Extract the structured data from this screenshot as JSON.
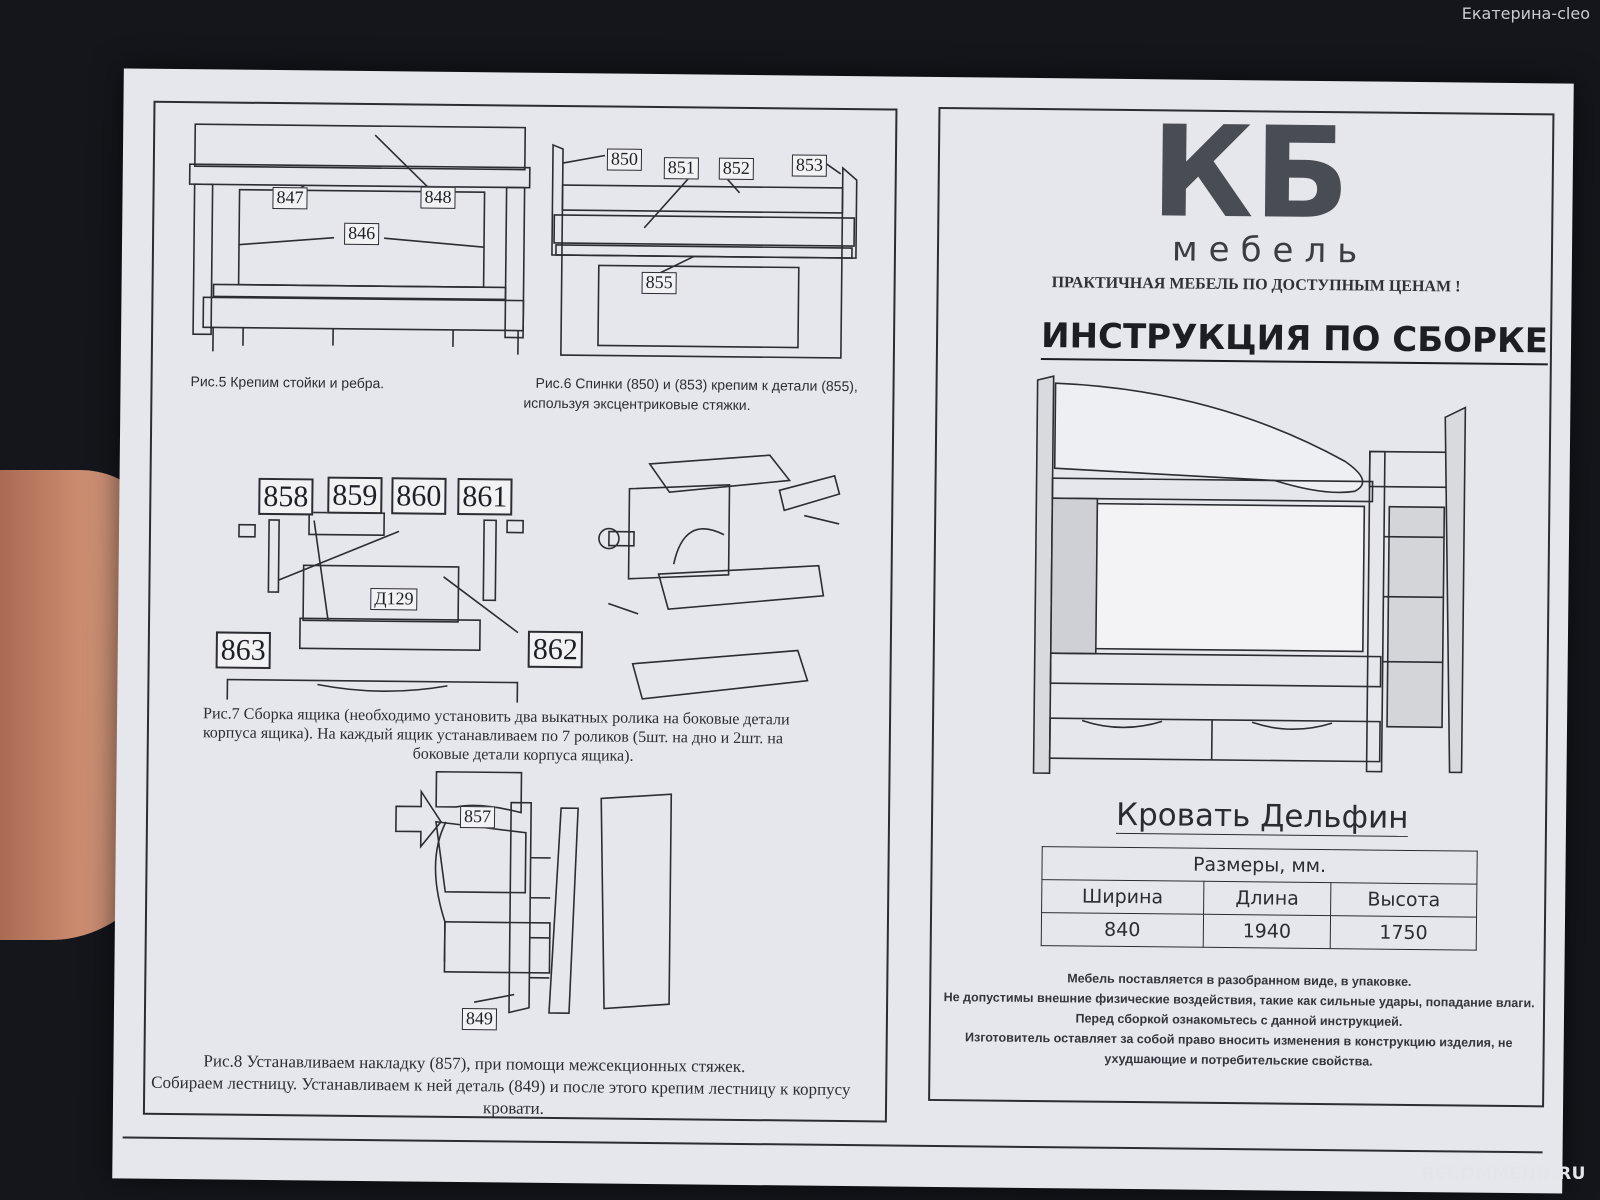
{
  "watermarks": {
    "author": "Екатерина-cleo",
    "site": "RECOMMEND.RU"
  },
  "left": {
    "fig5": {
      "caption": "Рис.5 Крепим стойки и ребра.",
      "labels": [
        "847",
        "848",
        "846"
      ]
    },
    "fig6": {
      "caption_line1": "Рис.6 Спинки (850) и (853) крепим к детали (855),",
      "caption_line2": "используя эксцентриковые стяжки.",
      "labels": [
        "850",
        "851",
        "852",
        "853",
        "855"
      ]
    },
    "fig7": {
      "caption_line1": "Рис.7 Сборка ящика (необходимо установить два выкатных ролика на боковые детали",
      "caption_line2": "корпуса ящика). На каждый ящик устанавливаем по 7 роликов (5шт. на дно и 2шт. на",
      "caption_line3": "боковые детали корпуса ящика).",
      "labels": [
        "858",
        "859",
        "860",
        "861",
        "Д129",
        "863",
        "862"
      ]
    },
    "fig8": {
      "caption_line1": "Рис.8 Устанавливаем накладку (857), при помощи межсекционных стяжек.",
      "caption_line2": "Собираем лестницу. Устанавливаем к ней деталь (849) и после этого крепим лестницу к корпусу",
      "caption_line3": "кровати.",
      "labels": [
        "857",
        "849"
      ]
    }
  },
  "right": {
    "logo_letters": "КБ",
    "brand_sub": "мебель",
    "slogan": "ПРАКТИЧНАЯ МЕБЕЛЬ ПО ДОСТУПНЫМ ЦЕНАМ !",
    "title": "ИНСТРУКЦИЯ ПО СБОРКЕ",
    "product": "Кровать Дельфин",
    "dimensions": {
      "header": "Размеры, мм.",
      "columns": [
        "Ширина",
        "Длина",
        "Высота"
      ],
      "values": [
        "840",
        "1940",
        "1750"
      ]
    },
    "notes": [
      "Мебель поставляется в разобранном виде, в упаковке.",
      "Не допустимы внешние физические воздействия, такие как сильные удары, попадание влаги.",
      "Перед сборкой ознакомьтесь с данной инструкцией.",
      "Изготовитель оставляет за собой право вносить изменения в конструкцию изделия, не",
      "ухудшающие и потребительские свойства."
    ]
  }
}
